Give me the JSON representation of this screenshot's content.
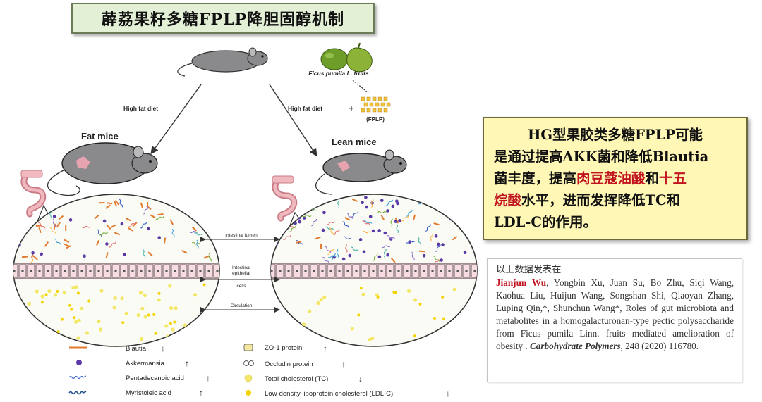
{
  "title": "薜荔果籽多糖FPLP降胆固醇机制",
  "diagram": {
    "fruit_label": "Ficus pumila L. fruits",
    "fplp_label": "(FPLP)",
    "left_arrow_label": "High fat diet",
    "right_arrow_label": "High fat diet",
    "plus_sign": "+",
    "fat_mice_label": "Fat mice",
    "lean_mice_label": "Lean mice",
    "intestinal_lumen_label": "Intestinal lumen",
    "epithelial_label_1": "Intestinal",
    "epithelial_label_2": "epithelial",
    "epithelial_label_3": "cells",
    "circulation_label": "Circulation",
    "legend": [
      {
        "label": "Blautia",
        "arrow": "↓"
      },
      {
        "label": "Akkermansia",
        "arrow": "↑"
      },
      {
        "label": "Pentadecanoic acid",
        "arrow": "↑"
      },
      {
        "label": "Myristoleic acid",
        "arrow": "↑"
      },
      {
        "label": "ZO-1 protein",
        "arrow": "↑"
      },
      {
        "label": "Occludin protein",
        "arrow": "↑"
      },
      {
        "label": "Total cholesterol (TC)",
        "arrow": "↓"
      },
      {
        "label": "Low-density lipoprotein cholesterol (LDL-C)",
        "arrow": "↓"
      }
    ]
  },
  "summary": {
    "line1": "HG型果胶类多糖FPLP可能",
    "line2": "是通过提高AKK菌和降低Blautia",
    "line3a": "菌丰度，提高",
    "hl1": "肉豆蔻油酸",
    "line3b": "和",
    "hl2a": "十五",
    "hl2b": "烷酸",
    "line4": "水平，进而发挥降低TC和",
    "line5": "LDL-C的作用。"
  },
  "reference": {
    "heading": "以上数据发表在",
    "first_author": "Jianjun Wu",
    "authors_rest": ", Yongbin Xu, Juan Su, Bo Zhu, Siqi Wang, Kaohua Liu, Huijun Wang, Songshan Shi, Qiaoyan Zhang, Luping Qin,*, Shunchun Wang*,",
    "article_title": "Roles of gut microbiota and metabolites in a homogalacturonan-type pectic polysaccharide from Ficus pumila Linn. fruits mediated amelioration of obesity .",
    "journal": "Carbohydrate Polymers",
    "citation": ", 248 (2020) 116780."
  },
  "colors": {
    "title_bg": "#e4f0d6",
    "summary_bg": "#fff7b5",
    "highlight": "#c1121f",
    "blautia": "#e07a2e",
    "akkermansia": "#5a3aa6",
    "cholesterol": "#f2e766",
    "ldl": "#f4d400",
    "mouse_body": "#8a8a8d",
    "intestine": "#e8a7ae"
  }
}
